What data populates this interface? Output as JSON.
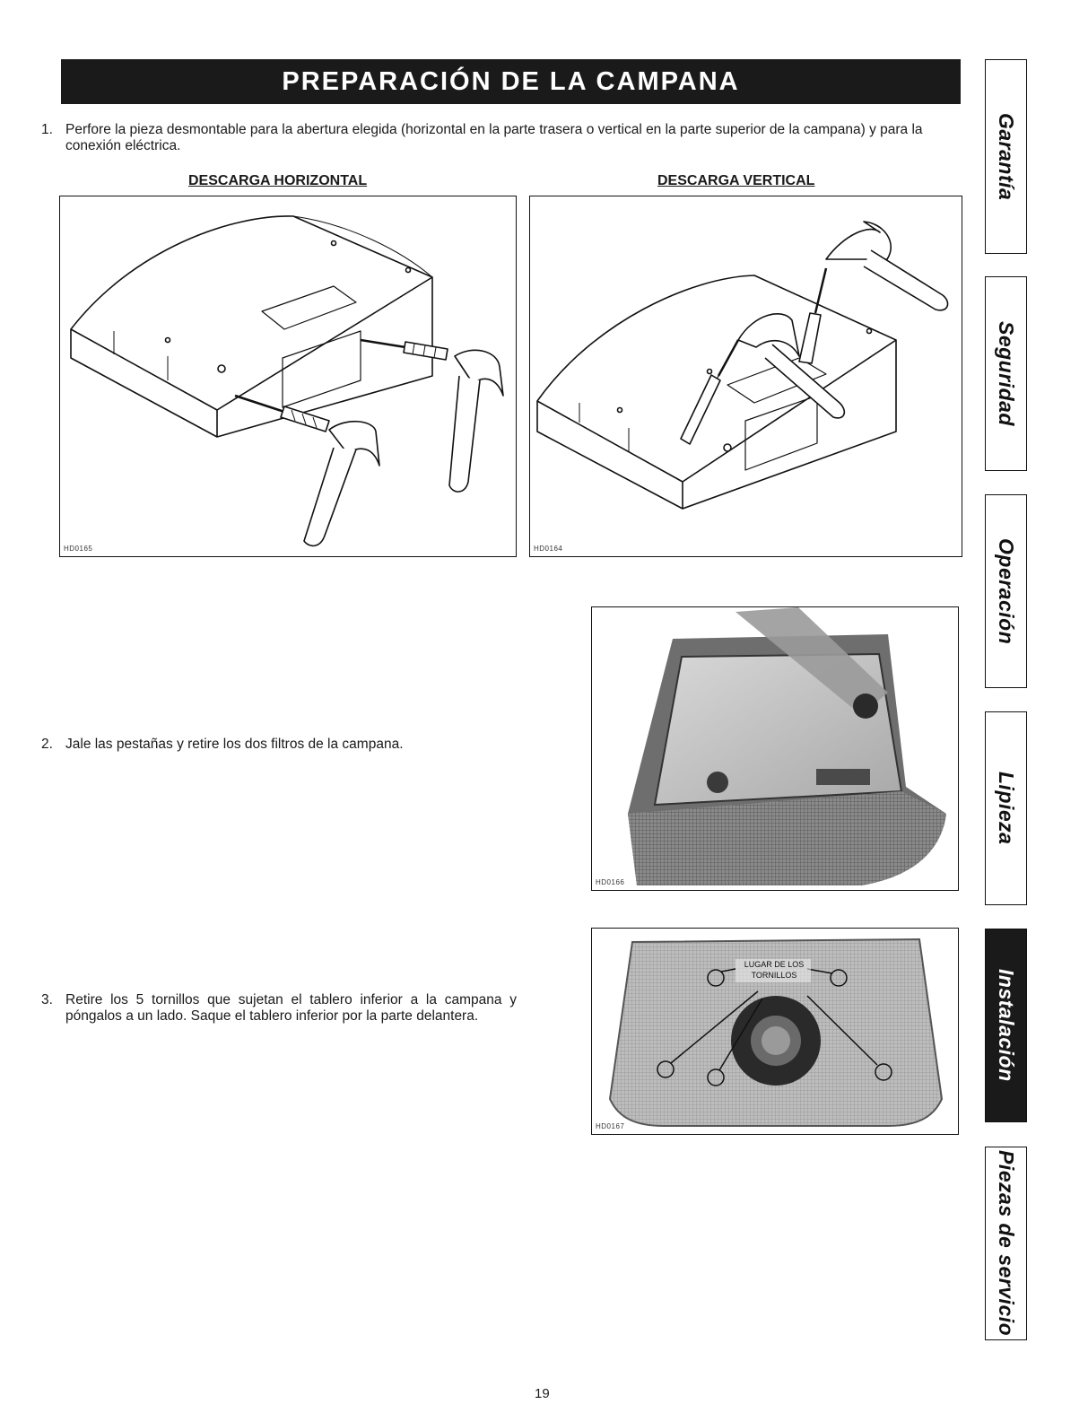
{
  "title": "PREPARACIÓN DE LA CAMPANA",
  "steps": [
    {
      "number": "1.",
      "text": "Perfore la pieza desmontable para la abertura elegida (horizontal en la parte trasera o vertical en la parte superior de la campana) y para la conexión eléctrica."
    },
    {
      "number": "2.",
      "text": "Jale las pestañas y retire los dos filtros de la campana."
    },
    {
      "number": "3.",
      "text": "Retire los 5 tornillos que sujetan el tablero inferior a la campana y póngalos a un lado. Saque el tablero inferior por la parte delantera."
    }
  ],
  "figures": {
    "horizontal": {
      "heading": "DESCARGA HORIZONTAL",
      "code": "HD0165"
    },
    "vertical": {
      "heading": "DESCARGA VERTICAL",
      "code": "HD0164"
    },
    "filters": {
      "code": "HD0166"
    },
    "screws": {
      "code": "HD0167",
      "label_line1": "LUGAR DE LOS",
      "label_line2": "TORNILLOS"
    }
  },
  "side_tabs": [
    {
      "label": "Garantía",
      "active": false
    },
    {
      "label": "Seguridad",
      "active": false
    },
    {
      "label": "Operación",
      "active": false
    },
    {
      "label": "Lipieza",
      "active": false
    },
    {
      "label": "Instalación",
      "active": true
    },
    {
      "label": "Piezas de servicio",
      "active": false
    }
  ],
  "page_number": "19",
  "colors": {
    "banner": "#1a1a1a",
    "active_tab": "#1a1a1a",
    "ink": "#111111"
  }
}
